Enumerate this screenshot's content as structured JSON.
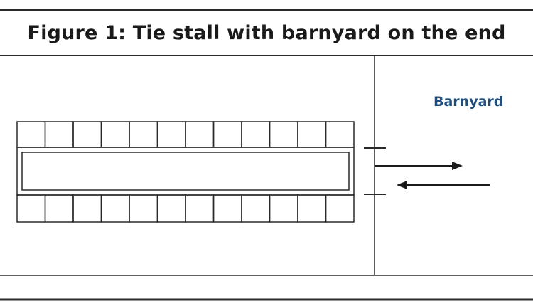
{
  "figure": {
    "title": "Figure 1: Tie stall with barnyard on the end",
    "barnyard_label": "Barnyard"
  },
  "stalls": {
    "top_row_count": 12,
    "bottom_row_count": 12
  },
  "colors": {
    "line": "#2a2a2a",
    "label_blue": "#1f4e7d",
    "background": "#ffffff"
  }
}
